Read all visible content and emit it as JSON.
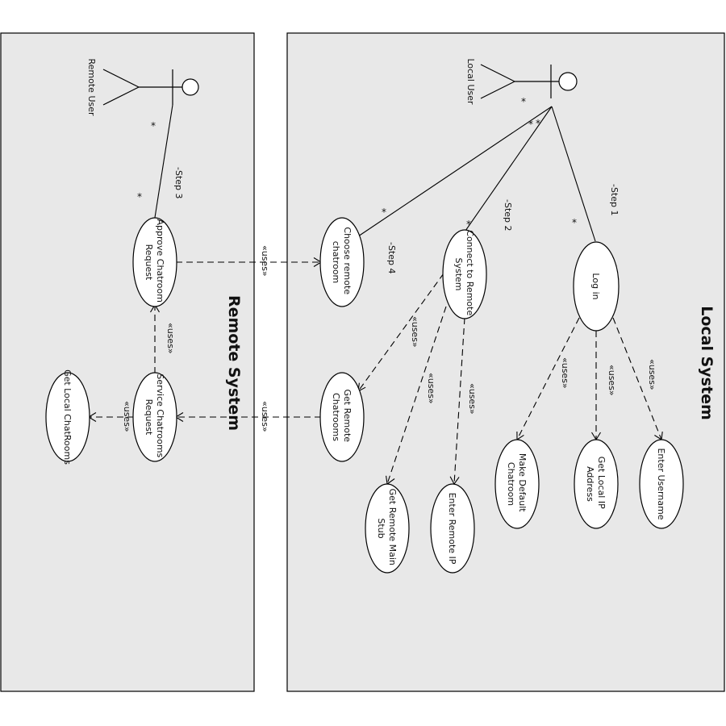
{
  "systems": {
    "local": {
      "title": "Local System"
    },
    "remote": {
      "title": "Remote System"
    }
  },
  "actors": {
    "local_user": "Local User",
    "remote_user": "Remote User"
  },
  "use_cases": {
    "login": [
      "Log in"
    ],
    "enter_username": [
      "Enter Username"
    ],
    "get_local_ip": [
      "Get Local IP",
      "Address"
    ],
    "make_default_chatroom": [
      "Make Default",
      "Chatroom"
    ],
    "connect_remote": [
      "Connect to Remote",
      "System"
    ],
    "enter_remote_ip": [
      "Enter Remote IP"
    ],
    "get_remote_main_stub": [
      "Get Remote Main",
      "Stub"
    ],
    "get_remote_chatrooms": [
      "Get Remote",
      "Chatrooms"
    ],
    "choose_remote_chatroom": [
      "Choose remote",
      "chatroom"
    ],
    "approve_request": [
      "Approve Chatroom",
      "Request"
    ],
    "service_request": [
      "Service Chatrooms",
      "Request"
    ],
    "get_local_chatrooms": [
      "Get Local ChatRooms"
    ]
  },
  "associations": {
    "step1": "-Step 1",
    "step2": "-Step 2",
    "step3": "-Step 3",
    "step4": "-Step 4",
    "multiplicity": "*"
  },
  "dependency_label": "«uses»"
}
